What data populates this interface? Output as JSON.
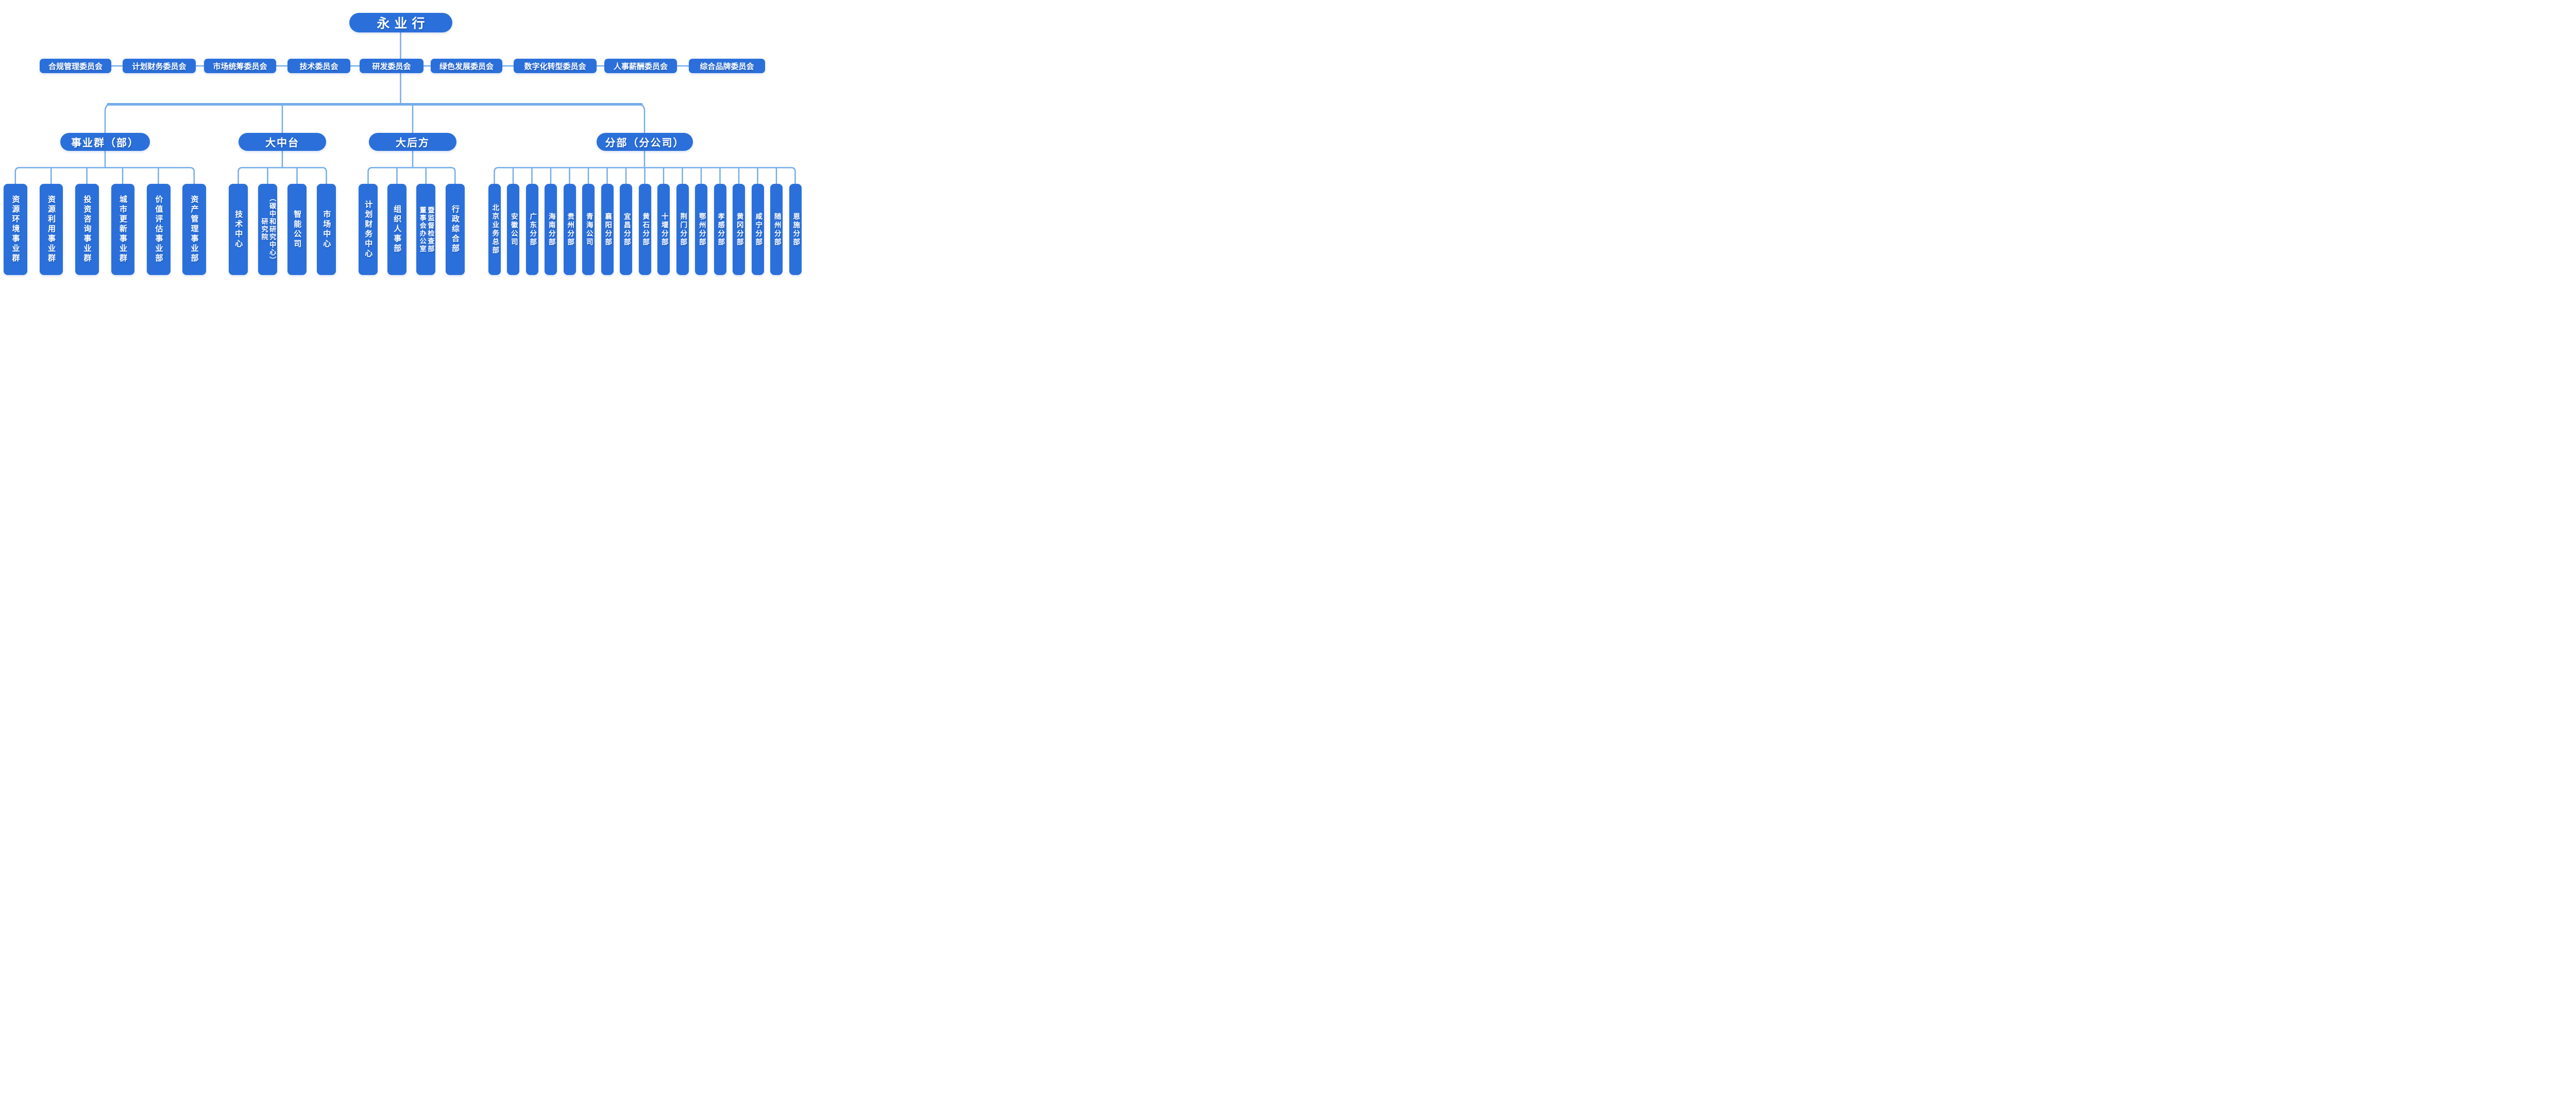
{
  "title": "永业行",
  "colors": {
    "node_fill": "#2b70da",
    "connector": "#74ace9",
    "text": "#ffffff",
    "background": "#ffffff"
  },
  "committees": [
    "合规管理委员会",
    "计划财务委员会",
    "市场统筹委员会",
    "技术委员会",
    "研发委员会",
    "绿色发展委员会",
    "数字化转型委员会",
    "人事薪酬委员会",
    "综合品牌委员会"
  ],
  "groups": [
    {
      "label": "事业群（部）",
      "children": [
        {
          "label": "资源环境事业群"
        },
        {
          "label": "资源利用事业群"
        },
        {
          "label": "投资咨询事业群"
        },
        {
          "label": "城市更新事业群"
        },
        {
          "label": "价值评估事业部"
        },
        {
          "label": "资产管理事业部"
        }
      ]
    },
    {
      "label": "大中台",
      "children": [
        {
          "label": "技术中心"
        },
        {
          "label": "研究院",
          "label2": "（碳中和研究中心）"
        },
        {
          "label": "智能公司"
        },
        {
          "label": "市场中心"
        }
      ]
    },
    {
      "label": "大后方",
      "children": [
        {
          "label": "计划财务中心"
        },
        {
          "label": "组织人事部"
        },
        {
          "label": "董事会办公室",
          "label2": "暨监督检查部"
        },
        {
          "label": "行政综合部"
        }
      ]
    },
    {
      "label": "分部（分公司）",
      "children": [
        {
          "label": "北京业务总部"
        },
        {
          "label": "安徽公司"
        },
        {
          "label": "广东分部"
        },
        {
          "label": "海南分部"
        },
        {
          "label": "贵州分部"
        },
        {
          "label": "青海公司"
        },
        {
          "label": "襄阳分部"
        },
        {
          "label": "宜昌分部"
        },
        {
          "label": "黄石分部"
        },
        {
          "label": "十堰分部"
        },
        {
          "label": "荆门分部"
        },
        {
          "label": "鄂州分部"
        },
        {
          "label": "孝感分部"
        },
        {
          "label": "黄冈分部"
        },
        {
          "label": "咸宁分部"
        },
        {
          "label": "随州分部"
        },
        {
          "label": "恩施分部"
        }
      ]
    }
  ]
}
